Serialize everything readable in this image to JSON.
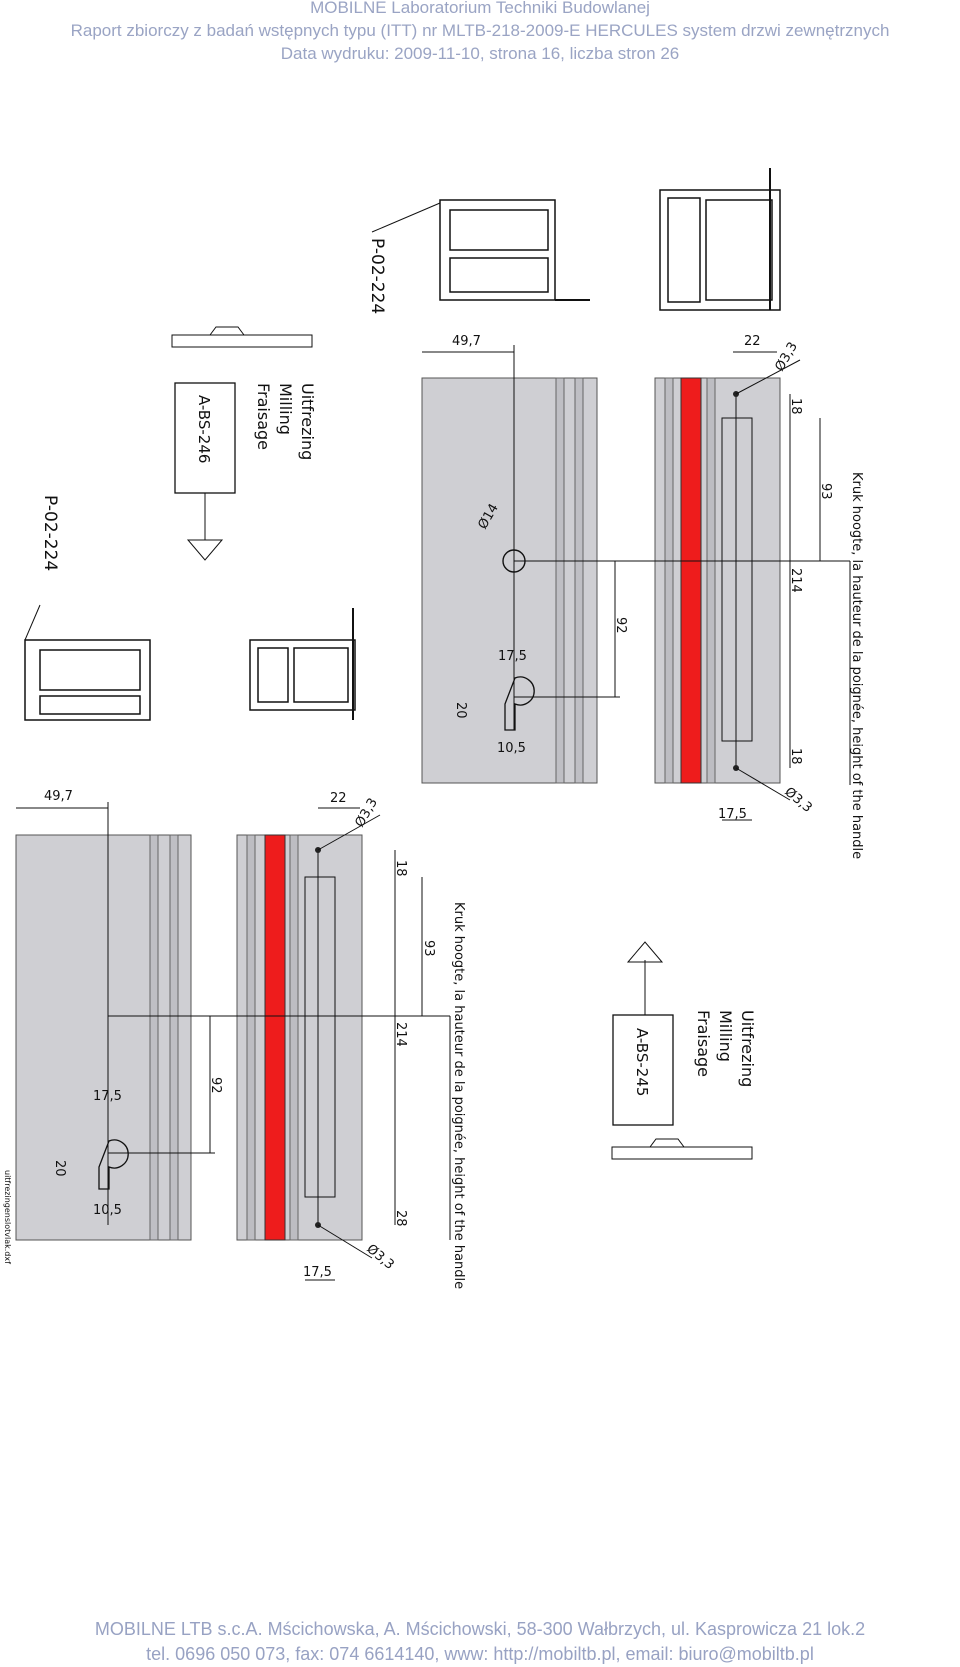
{
  "header": {
    "line1": "MOBILNE  Laboratorium Techniki Budowlanej",
    "line2": "Raport zbiorczy z badań wstępnych typu (ITT) nr MLTB-218-2009-E HERCULES system drzwi zewnętrznych",
    "line3": "Data wydruku: 2009-11-10, strona 16, liczba stron 26"
  },
  "drawing": {
    "profile_code": "P-02-224",
    "milling_note": [
      "Uitfrezing",
      "Milling",
      "Fraisage"
    ],
    "upper_block_code": "A-BS-246",
    "lower_block_code": "A-BS-245",
    "handle_height_note": "Kruk hoogte, la hauteur de la poignée, height of the handle",
    "file_label": "uitfrezingenslotvlak.dxf",
    "dims": {
      "width": "49,7",
      "offset_22": "22",
      "hole_small": "Ø3,3",
      "hole_handle": "Ø14",
      "d18": "18",
      "d93": "93",
      "d214": "214",
      "d92": "92",
      "d17_5": "17,5",
      "d20": "20",
      "d10_5": "10,5",
      "d28": "28"
    },
    "colors": {
      "panel": "#cfcfd3",
      "accent": "#ee1c1c",
      "line": "#111111"
    }
  },
  "footer": {
    "line1": "MOBILNE LTB s.c.A. Mścichowska, A. Mścichowski, 58-300 Wałbrzych, ul. Kasprowicza 21 lok.2",
    "line2": "tel. 0696 050 073, fax: 074 6614140, www: http://mobiltb.pl, email: biuro@mobiltb.pl"
  }
}
